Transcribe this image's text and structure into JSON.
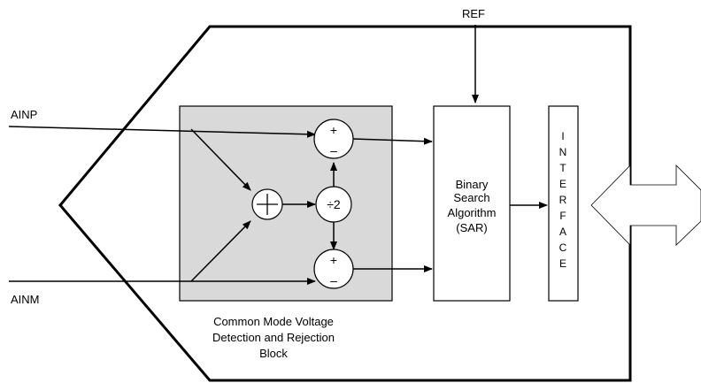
{
  "signals": {
    "ref": "REF",
    "ainp": "AINP",
    "ainm": "AINM"
  },
  "cmv_block": {
    "line1": "Common Mode Voltage",
    "line2": "Detection and Rejection",
    "line3": "Block"
  },
  "operators": {
    "sub_top_plus": "+",
    "sub_top_minus": "–",
    "sub_bottom_plus": "+",
    "sub_bottom_minus": "–",
    "divide": "÷2"
  },
  "sar": {
    "line1": "Binary",
    "line2": "Search",
    "line3": "Algorithm",
    "line4": "(SAR)"
  },
  "interface": {
    "letters": [
      "I",
      "N",
      "T",
      "E",
      "R",
      "F",
      "A",
      "C",
      "E"
    ]
  },
  "colors": {
    "block_fill": "#d9d9d9",
    "stroke": "#000000"
  }
}
